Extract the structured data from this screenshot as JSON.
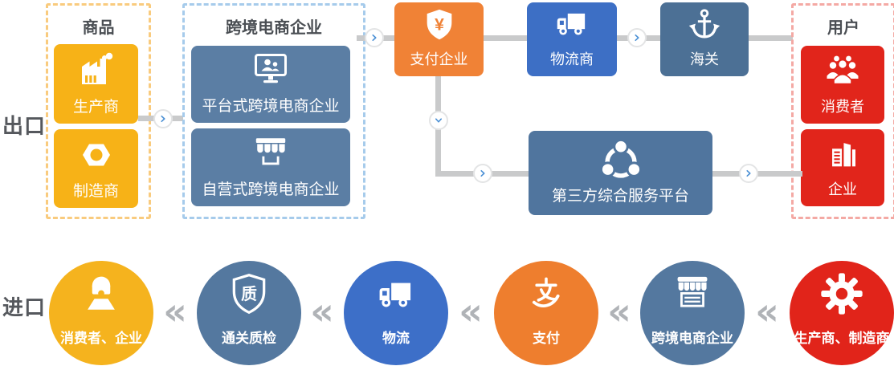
{
  "palette": {
    "yellow": "#F7B217",
    "slate": "#5B7EA4",
    "customs_slate": "#4C7095",
    "platform_slate": "#50759E",
    "blue": "#3D6FC5",
    "orange": "#F08236",
    "red": "#E1251B",
    "goods_border": "#F9CB7E",
    "ecom_border": "#A6CBEB",
    "users_border": "#F4A9A4",
    "connector_gray": "#C9CACB",
    "chevron_blue": "#4B90D5",
    "separator_gray": "#B0B3B7",
    "side_label_color": "#55585D"
  },
  "export_flow": {
    "side_label": "出口",
    "goods_group": {
      "label": "商品",
      "items": [
        {
          "label": "生产商",
          "icon": "factory-icon"
        },
        {
          "label": "制造商",
          "icon": "nut-icon"
        }
      ]
    },
    "ecom_group": {
      "label": "跨境电商企业",
      "items": [
        {
          "label": "平台式跨境电商企业",
          "icon": "monitor-users-icon"
        },
        {
          "label": "自营式跨境电商企业",
          "icon": "awning-store-icon"
        }
      ]
    },
    "payment_node": {
      "label": "支付企业",
      "icon": "shield-yuan-icon"
    },
    "logistics_node": {
      "label": "物流商",
      "icon": "truck-icon"
    },
    "customs_node": {
      "label": "海关",
      "icon": "anchor-icon"
    },
    "users_group": {
      "label": "用户",
      "items": [
        {
          "label": "消费者",
          "icon": "people-group-icon"
        },
        {
          "label": "企业",
          "icon": "buildings-icon"
        }
      ]
    },
    "platform_node": {
      "label": "第三方综合服务平台",
      "icon": "share-network-icon"
    }
  },
  "import_flow": {
    "side_label": "进口",
    "separator_glyph": "«",
    "steps": [
      {
        "label": "消费者、企业",
        "icon": "female-user-icon",
        "color": "#F5B31E"
      },
      {
        "label": "通关质检",
        "icon": "quality-shield-icon",
        "color": "#54789F"
      },
      {
        "label": "物流",
        "icon": "truck-icon",
        "color": "#3D6FC8"
      },
      {
        "label": "支付",
        "icon": "alipay-icon",
        "color": "#EE7E2E"
      },
      {
        "label": "跨境电商企业",
        "icon": "storefront-icon",
        "color": "#54789F"
      },
      {
        "label": "生产商、制造商",
        "icon": "gear-icon",
        "color": "#E1241A"
      }
    ]
  },
  "icon_glyphs": {
    "yuan": "¥",
    "quality": "质"
  }
}
